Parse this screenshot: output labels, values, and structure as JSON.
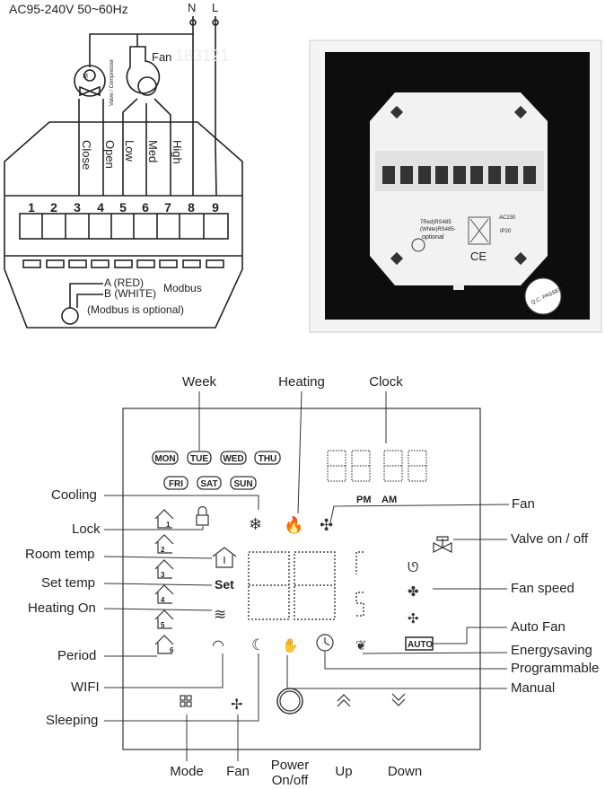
{
  "wiring": {
    "supply": "AC95-240V  50~60Hz",
    "neutral": "N",
    "live": "L",
    "fan": "Fan",
    "valve": "Valve / Compressor",
    "valve_symbol": "M",
    "watermark": "183121",
    "terminal_labels": [
      "Close",
      "Open",
      "Low",
      "Med",
      "High"
    ],
    "terminals": [
      "1",
      "2",
      "3",
      "4",
      "5",
      "6",
      "7",
      "8",
      "9"
    ],
    "modbus_a": "A (RED)",
    "modbus_b": "B (WHITE)",
    "modbus": "Modbus",
    "modbus_note": "(Modbus is optional)"
  },
  "photo": {
    "rs485_a": "7Red)RS485",
    "rs485_b": "(White)RS485-",
    "optional": "optional",
    "ac": "AC230",
    "ip": "IP20",
    "ce": "CE",
    "qc": "Q.C. PASSED"
  },
  "display": {
    "days": [
      "MON",
      "TUE",
      "WED",
      "THU",
      "FRI",
      "SAT",
      "SUN"
    ],
    "pm": "PM",
    "am": "AM",
    "set": "Set",
    "auto": "AUTO",
    "periods": [
      "1",
      "2",
      "3",
      "4",
      "5",
      "6"
    ],
    "icons": [
      "snowflake-icon",
      "flame-icon",
      "fan-icon",
      "lock-icon",
      "house-thermometer-icon",
      "heating-waves-icon",
      "valve-icon",
      "fan-speed-icon",
      "wifi-icon",
      "moon-icon",
      "hand-icon",
      "clock-icon",
      "leaf-icon",
      "mode-grid-icon",
      "fan-button-icon",
      "power-button",
      "up-chevron-icon",
      "down-chevron-icon"
    ]
  },
  "callouts": {
    "week": "Week",
    "heating": "Heating",
    "clock": "Clock",
    "cooling": "Cooling",
    "lock": "Lock",
    "room_temp": "Room temp",
    "set_temp": "Set temp",
    "heating_on": "Heating On",
    "period": "Period",
    "wifi": "WIFI",
    "sleeping": "Sleeping",
    "fan_top": "Fan",
    "valve": "Valve on / off",
    "fan_speed": "Fan speed",
    "auto_fan": "Auto Fan",
    "energysaving": "Energysaving",
    "programmable": "Programmable",
    "manual": "Manual",
    "mode": "Mode",
    "fan_bottom": "Fan",
    "power_1": "Power",
    "power_2": "On/off",
    "up": "Up",
    "down": "Down"
  }
}
